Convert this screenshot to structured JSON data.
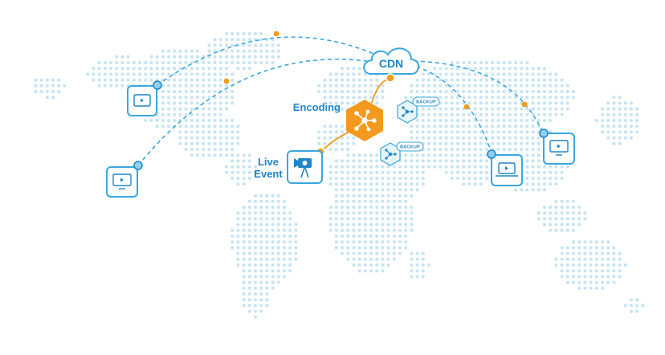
{
  "nodes": {
    "cdn": {
      "label": "CDN"
    },
    "encoding": {
      "label": "Encoding"
    },
    "live_event": {
      "line1": "Live",
      "line2": "Event"
    },
    "backup_1": {
      "label": "BACKUP"
    },
    "backup_2": {
      "label": "BACKUP"
    }
  },
  "colors": {
    "blue": "#1e86c8",
    "light_blue": "#3aa7e0",
    "orange": "#f39a1e",
    "map_dot": "#c6e3f3"
  },
  "icons": [
    "cloud-icon",
    "hexagon-hub-icon",
    "video-camera-icon",
    "monitor-icon",
    "laptop-icon",
    "tablet-icon"
  ]
}
